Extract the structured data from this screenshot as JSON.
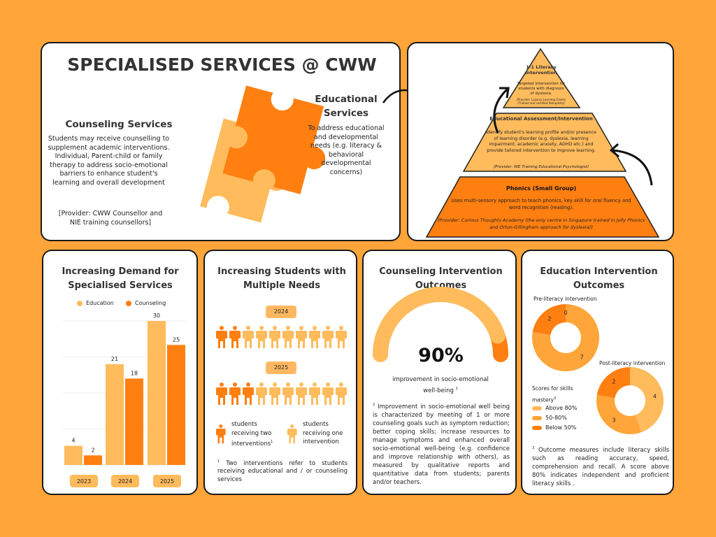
{
  "colors": {
    "background": "#FFA53A",
    "light": "#FFBB5C",
    "medium": "#FFA53A",
    "dark": "#FF7F11"
  },
  "hero": {
    "title": "SPECIALISED SERVICES @ CWW",
    "counseling": {
      "title": "Counseling Services",
      "body": "Students may receive counselling to supplement academic interventions. Individual, Parent-child or family therapy to address socio-emotional barriers to enhance student's learning and overall development",
      "provider": "[Provider: CWW Counsellor and NIE training counsellors]"
    },
    "educational": {
      "title": "Educational Services",
      "body": "To address educational and developmental needs (e.g. literacy & behavioral developmental concerns)"
    }
  },
  "pyramid": [
    {
      "title": "1-1 Literacy Intervention",
      "body": "Targeted intervention for students with diagnosis of dyslexia.",
      "provider": "[Provider: Lazarus Learning Centre (Trained and certified therapists)]"
    },
    {
      "title": "Educational Assessment/Intervention",
      "body": "Identify student's learning profile and/or presence of learning disorder (e.g. dyslexia, learning impairment, academic anxiety, ADHD etc.) and provide tailored intervention to improve learning.",
      "provider": "[Provider: NIE Training Educational Psychologist]"
    },
    {
      "title": "Phonics (Small Group)",
      "body": "Uses multi-sensory approach to teach phonics, key skill for oral fluency and word recognition (reading).",
      "provider": "[Provider: Curious Thoughts Academy (the only centre in Singapore trained in Jolly Phonics and Orton-Gillingham approach for dyslexia)]"
    }
  ],
  "chart_data": [
    {
      "type": "bar",
      "title": "Increasing Demand for Specialised Services",
      "categories": [
        "2023",
        "2024",
        "2025"
      ],
      "series": [
        {
          "name": "Education",
          "values": [
            4,
            21,
            30
          ]
        },
        {
          "name": "Counseling",
          "values": [
            2,
            18,
            25
          ]
        }
      ],
      "ylim": [
        0,
        30
      ],
      "legend": "top"
    },
    {
      "type": "pictogram",
      "title": "Increasing Students with Multiple Needs",
      "categories": [
        "2024",
        "2025"
      ],
      "series": [
        {
          "name": "students receiving two interventions",
          "values": [
            2,
            3
          ]
        },
        {
          "name": "students receiving one intervention",
          "values": [
            8,
            7
          ]
        }
      ]
    },
    {
      "type": "gauge",
      "title": "Counseling Intervention Outcomes",
      "value": 90,
      "label": "90%",
      "caption": "improvement in socio-emotional well-being",
      "sup": "2"
    },
    {
      "type": "pie",
      "title": "Education Intervention Outcomes",
      "legend_title": "Scores for skills mastery",
      "legend_sup": "3",
      "categories": [
        "Above 80%",
        "50-80%",
        "Below 50%"
      ],
      "series": [
        {
          "name": "Pre-literacy intervention",
          "values": [
            0,
            7,
            2
          ]
        },
        {
          "name": "Post-literacy intervention",
          "values": [
            4,
            3,
            2
          ]
        }
      ]
    }
  ],
  "multiple_needs": {
    "legend_two": "students receiving two interventions",
    "legend_two_sup": "1",
    "legend_one": "students receiving one intervention",
    "footnote_sup": "1",
    "footnote": "Two interventions refer to students receiving educational and / or counseling services"
  },
  "counseling_note": {
    "sup": "2",
    "text": "Improvement in socio-emotional well being is characterized by meeting of 1 or more counseling goals such as symptom reduction; better coping skills; increase resources to manage symptoms and enhanced overall socio-emotional well-being (e.g. confidence and improve relationship with others), as measured by qualitative reports and quantitative data from students; parents and/or teachers."
  },
  "education_note": {
    "sup": "3",
    "text": "Outcome measures include literacy skills such as reading accuracy, speed, comprehension and recall. A score above 80% indicates independent and proficient literacy skills ."
  }
}
